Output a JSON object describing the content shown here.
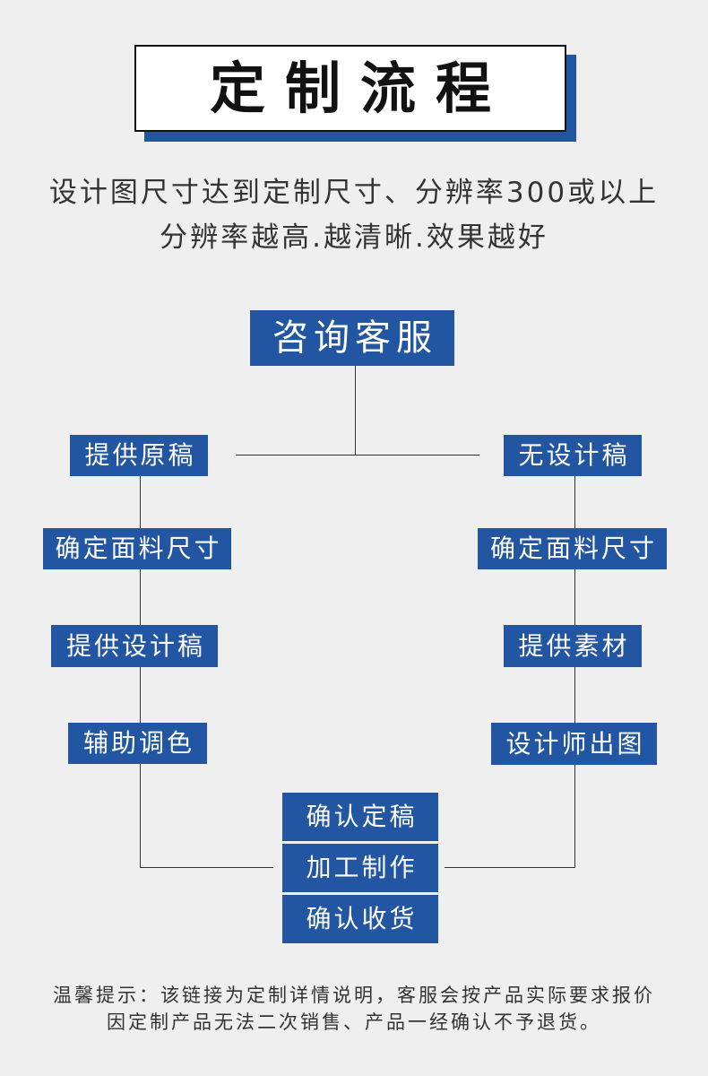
{
  "title": "定制流程",
  "subtitle": [
    "设计图尺寸达到定制尺寸、分辨率300或以上",
    "分辨率越高.越清晰.效果越好"
  ],
  "flow": {
    "start": "咨询客服",
    "left_branch": [
      "提供原稿",
      "确定面料尺寸",
      "提供设计稿",
      "辅助调色"
    ],
    "right_branch": [
      "无设计稿",
      "确定面料尺寸",
      "提供素材",
      "设计师出图"
    ],
    "final_steps": [
      "确认定稿",
      "加工制作",
      "确认收货"
    ]
  },
  "notice": [
    "温馨提示：该链接为定制详情说明，客服会按产品实际要求报价",
    "因定制产品无法二次销售、产品一经确认不予退货。"
  ],
  "colors": {
    "accent": "#2256a3",
    "background": "#efefef",
    "text": "#333333"
  }
}
